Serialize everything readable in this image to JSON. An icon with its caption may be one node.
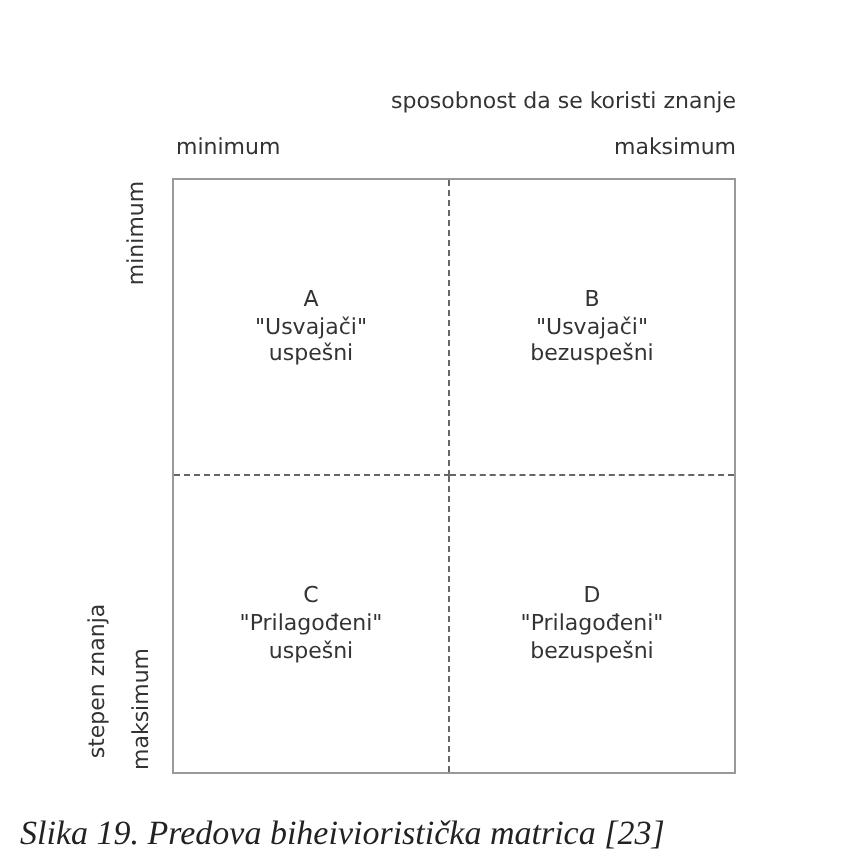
{
  "diagram": {
    "caption": "Slika 19. Predova biheivioristička matrica [23]",
    "nodes": [
      {
        "text": [],
        "shape": "box"
      },
      {
        "text": [
          "A",
          "\"Usvajači\" uspešni"
        ],
        "in": 0
      },
      {
        "text": [
          "B",
          "\"Usvajači\" bezuspešni"
        ],
        "in": 0
      },
      {
        "text": [
          "C",
          "\"Prilagođeni\" uspešni"
        ],
        "in": 0
      },
      {
        "text": [
          "D",
          "\"Prilagođeni\" bezuspešni"
        ],
        "in": 0
      }
    ],
    "labels": [
      "sposobnost da se koristi znanje",
      "minimum",
      "maksimum",
      "minimum",
      "stepen znanja",
      "maksimum"
    ]
  }
}
